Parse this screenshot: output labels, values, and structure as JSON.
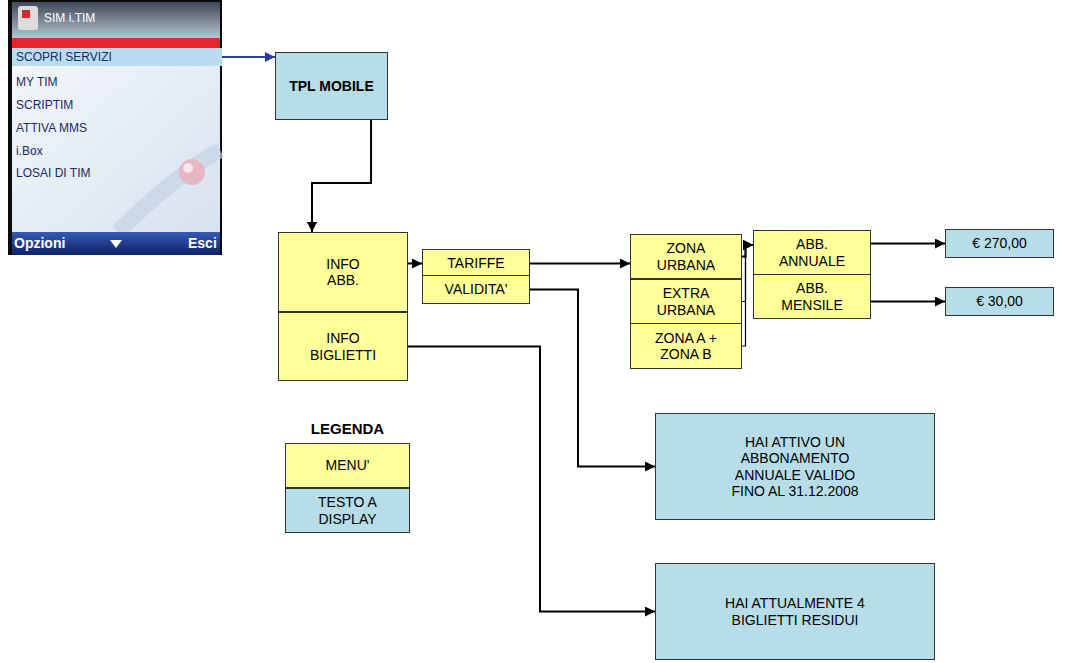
{
  "diagram": {
    "nodes": [
      {
        "text": [
          "SIM i.TIM",
          "MY TIM",
          "SCRIPTIM",
          "ATTIVA MMS",
          "i.Box",
          "LOSAI DI TIM",
          "Opzioni",
          "Esci"
        ]
      },
      {
        "text": [
          "SCOPRI SERVIZI"
        ],
        "in": 0
      },
      {
        "text": [
          "TPL MOBILE"
        ]
      },
      {
        "text": [
          "INFO ABB."
        ]
      },
      {
        "text": [
          "INFO BIGLIETTI"
        ]
      },
      {
        "text": [
          "TARIFFE"
        ]
      },
      {
        "text": [
          "VALIDITA'"
        ]
      },
      {
        "text": [
          "ZONA URBANA"
        ]
      },
      {
        "text": [
          "EXTRA URBANA"
        ]
      },
      {
        "text": [
          "ZONA A + ZONA B"
        ]
      },
      {
        "text": [
          "ABB. ANNUALE"
        ]
      },
      {
        "text": [
          "ABB. MENSILE"
        ]
      },
      {
        "text": [
          "€ 270,00"
        ]
      },
      {
        "text": [
          "€ 30,00"
        ]
      },
      {
        "text": [
          "HAI ATTIVO UN ABBONAMENTO ANNUALE VALIDO FINO AL 31.12.2008"
        ]
      },
      {
        "text": [
          "HAI ATTUALMENTE 4 BIGLIETTI RESIDUI"
        ]
      }
    ],
    "edges": [
      {
        "from": 1,
        "to": 2,
        "arrow": "to"
      },
      {
        "from": 2,
        "to": 3,
        "arrow": "to"
      },
      {
        "from": 3,
        "to": 5,
        "arrow": "to"
      },
      {
        "from": 5,
        "to": 7,
        "arrow": "to"
      },
      {
        "from": 7,
        "to": 10,
        "arrow": "to"
      },
      {
        "from": 8,
        "to": 10,
        "arrow": "to"
      },
      {
        "from": 9,
        "to": 10,
        "arrow": "to"
      },
      {
        "from": 10,
        "to": 12,
        "arrow": "to"
      },
      {
        "from": 11,
        "to": 13,
        "arrow": "to"
      },
      {
        "from": 6,
        "to": 14,
        "arrow": "to"
      },
      {
        "from": 4,
        "to": 15,
        "arrow": "to"
      }
    ],
    "labels": [
      "LEGENDA"
    ],
    "legend": [
      {
        "text": "MENU'",
        "color": "#ffff99"
      },
      {
        "text": "TESTO A DISPLAY",
        "color": "#b7dee8"
      }
    ]
  }
}
